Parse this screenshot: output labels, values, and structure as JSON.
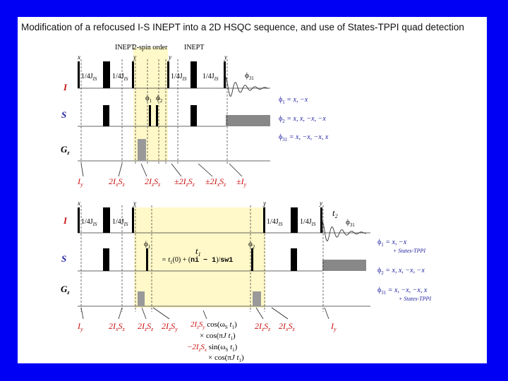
{
  "title": "Modification of a refocused I-S INEPT into a 2D HSQC sequence, and use of States-TPPI quad detection",
  "colors": {
    "background": "#0000f5",
    "red": "#cc1111",
    "blue": "#2020a0",
    "highlight": "#fff8c8",
    "gray": "#888888"
  },
  "top": {
    "x_label": "x",
    "y_labels": [
      "y",
      "y",
      "y"
    ],
    "section_labels": [
      "INEPT",
      "2-spin order",
      "INEPT"
    ],
    "channels": [
      "I",
      "S",
      "G",
      "z"
    ],
    "delays": [
      "1/4J",
      "IS"
    ],
    "phase_labels": [
      "ϕ",
      "1",
      "2",
      "31"
    ],
    "phase_cycles": [
      [
        "ϕ",
        "1",
        " = x, −x"
      ],
      [
        "ϕ",
        "2",
        " = x, x, −x, −x"
      ],
      [
        "ϕ",
        "31",
        " = x, −x, −x, x"
      ]
    ],
    "states": [
      [
        "I",
        "y",
        ""
      ],
      [
        "2I",
        "x",
        "S",
        "z",
        ""
      ],
      [
        "2I",
        "z",
        "S",
        "z",
        ""
      ],
      [
        "±2I",
        "z",
        "S",
        "z",
        ""
      ],
      [
        "±2I",
        "x",
        "S",
        "z",
        ""
      ],
      [
        "±I",
        "y",
        ""
      ]
    ]
  },
  "bottom": {
    "x_label": "x",
    "y_labels": [
      "y",
      "y",
      "y"
    ],
    "channels": [
      "I",
      "S",
      "G",
      "z"
    ],
    "delays": [
      "1/4J",
      "IS"
    ],
    "t1_label": "t",
    "t1_sub": "1",
    "t1_formula": [
      "= t",
      "1",
      "(0) + (",
      "ni − 1",
      ")/",
      "sw1"
    ],
    "t2_label": "t",
    "t2_sub": "2",
    "phase_labels": [
      "ϕ",
      "1",
      "2",
      "31"
    ],
    "phase_cycles": [
      [
        "ϕ",
        "1",
        " = x, −x"
      ],
      [
        "ϕ",
        "2",
        " = x, x, −x, −x"
      ],
      [
        "ϕ",
        "31",
        " = x, −x, −x,  x"
      ]
    ],
    "states_tppi": "+ States-TPPI",
    "states": [
      [
        "I",
        "y",
        ""
      ],
      [
        "2I",
        "x",
        "S",
        "z",
        ""
      ],
      [
        "2I",
        "z",
        "S",
        "z",
        ""
      ],
      [
        "2I",
        "z",
        "S",
        "y",
        ""
      ],
      [
        "2I",
        "z",
        "S",
        "z",
        ""
      ],
      [
        "2I",
        "x",
        "S",
        "z",
        ""
      ],
      [
        "I",
        "y",
        ""
      ]
    ],
    "evolution": [
      [
        "2I",
        "z",
        "S",
        "y",
        " cos(ω",
        "S",
        " t",
        "1",
        ")"
      ],
      [
        "× cos(π",
        "J",
        " t",
        "1",
        ")"
      ],
      [
        "−2I",
        "z",
        "S",
        "x",
        " sin(ω",
        "S",
        " t",
        "1",
        ")"
      ],
      [
        "× cos(π",
        "J",
        " t",
        "1",
        ")"
      ]
    ]
  }
}
